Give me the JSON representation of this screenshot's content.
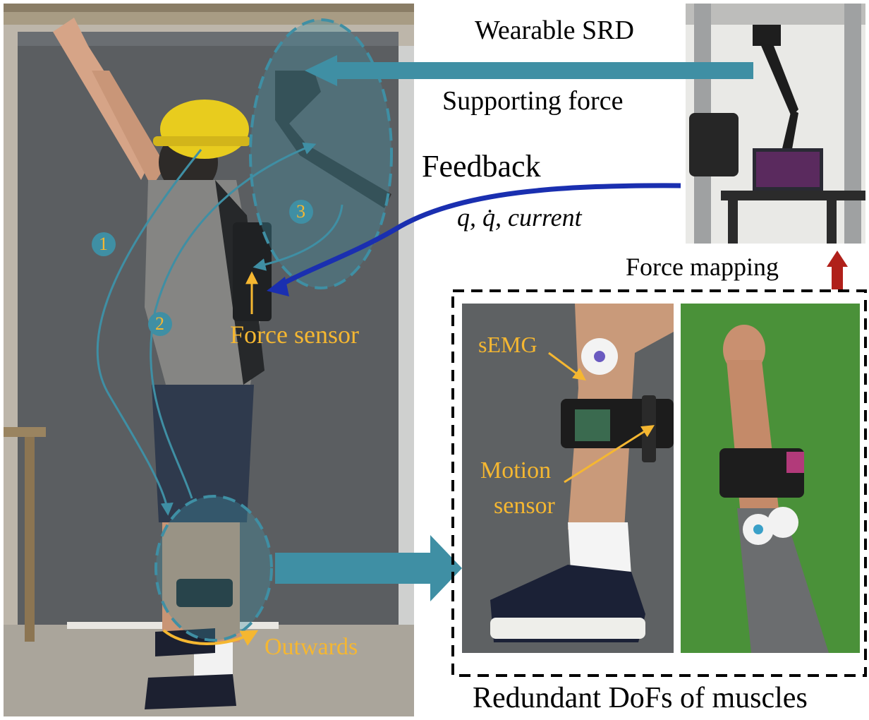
{
  "labels": {
    "wearable": "Wearable SRD",
    "supporting": "Supporting force",
    "feedback": "Feedback",
    "feedback_vars": "q, q̇, current",
    "force_sensor": "Force sensor",
    "force_mapping": "Force mapping",
    "semg": "sEMG",
    "motion_line1": "Motion",
    "motion_line2": "sensor",
    "outwards": "Outwards",
    "redundant": "Redundant DoFs of muscles",
    "badge_1": "1",
    "badge_2": "2",
    "badge_3": "3"
  },
  "colors": {
    "teal": "#3f8fa4",
    "navy": "#1a2fb0",
    "gold": "#f5b731",
    "red": "#b0201a"
  }
}
